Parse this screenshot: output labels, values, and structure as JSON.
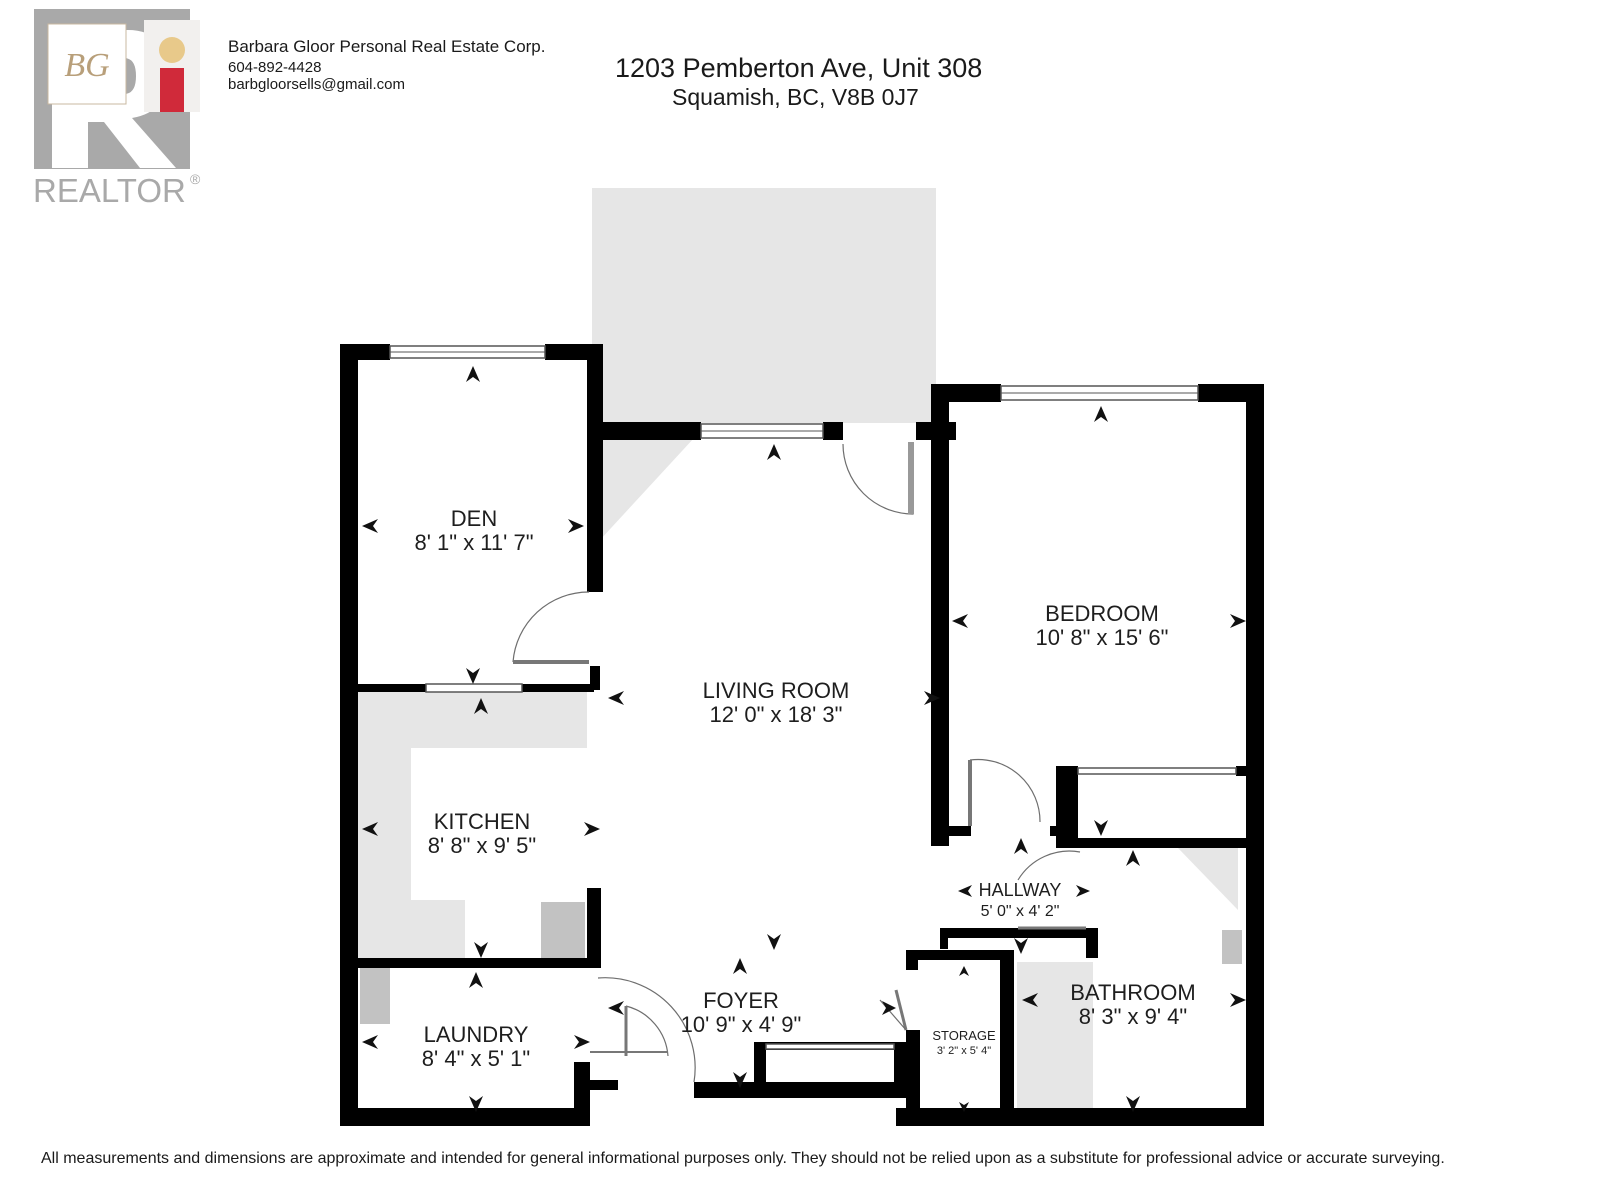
{
  "agent": {
    "name": "Barbara Gloor Personal Real Estate Corp.",
    "phone": "604-892-4428",
    "email": "barbgloorsells@gmail.com",
    "brand_text": "REALTOR",
    "brand_mark": "®",
    "monogram": "BG"
  },
  "property": {
    "address_line1": "1203 Pemberton Ave, Unit 308",
    "address_line2": "Squamish, BC, V8B 0J7"
  },
  "rooms": {
    "den": {
      "name": "DEN",
      "dims": "8' 1\" x 11' 7\""
    },
    "living": {
      "name": "LIVING ROOM",
      "dims": "12' 0\" x 18' 3\""
    },
    "bedroom": {
      "name": "BEDROOM",
      "dims": "10' 8\" x 15' 6\""
    },
    "kitchen": {
      "name": "KITCHEN",
      "dims": "8' 8\" x 9' 5\""
    },
    "hallway": {
      "name": "HALLWAY",
      "dims": "5' 0\" x 4' 2\""
    },
    "foyer": {
      "name": "FOYER",
      "dims": "10' 9\" x 4' 9\""
    },
    "laundry": {
      "name": "LAUNDRY",
      "dims": "8' 4\" x 5' 1\""
    },
    "storage": {
      "name": "STORAGE",
      "dims": "3' 2\" x 5' 4\""
    },
    "bathroom": {
      "name": "BATHROOM",
      "dims": "8' 3\" x 9' 4\""
    }
  },
  "disclaimer": "All measurements and dimensions are approximate and intended for general informational purposes only. They should not be relied upon as a substitute for professional advice or accurate surveying.",
  "colors": {
    "wall": "#000000",
    "fixture_gray": "#e6e6e6",
    "appliance_gray": "#c2c2c2",
    "logo_gray": "#a9a9a9"
  }
}
